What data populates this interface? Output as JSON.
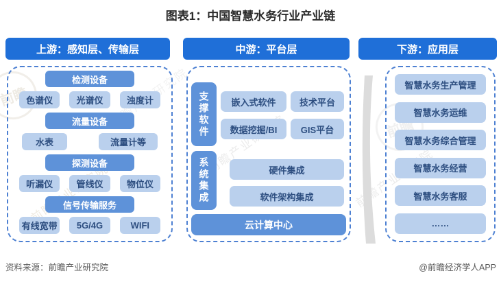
{
  "title": "图表1：中国智慧水务行业产业链",
  "colors": {
    "header_blue": "#1f6fd8",
    "mid_blue": "#5e92d9",
    "light_blue": "#bad0ed",
    "dark_text": "#2d4e80",
    "dashed_border": "#4d80d2",
    "divider_gray": "#dcdcdc",
    "footer_gray": "#5a5a5a"
  },
  "columns": {
    "upstream": {
      "header": "上游：感知层、传输层",
      "groups": [
        {
          "label": "检测设备",
          "items": [
            "色谱仪",
            "光谱仪",
            "浊度计"
          ]
        },
        {
          "label": "流量设备",
          "items": [
            "水表",
            "流量计等"
          ]
        },
        {
          "label": "探测设备",
          "items": [
            "听漏仪",
            "管线仪",
            "物位仪"
          ]
        },
        {
          "label": "信号传输服务",
          "items": [
            "有线宽带",
            "5G/4G",
            "WIFI"
          ]
        }
      ]
    },
    "midstream": {
      "header": "中游：平台层",
      "sections": [
        {
          "label": "支撑软件",
          "items": [
            "嵌入式软件",
            "技术平台",
            "数据挖掘/BI",
            "GIS平台"
          ]
        },
        {
          "label": "系统集成",
          "items": [
            "硬件集成",
            "软件架构集成"
          ]
        }
      ],
      "bottom": "云计算中心"
    },
    "downstream": {
      "header": "下游：应用层",
      "items": [
        "智慧水务生产管理",
        "智慧水务运维",
        "智慧水务综合管理",
        "智慧水务经营",
        "智慧水务客服",
        "……"
      ]
    }
  },
  "footer": {
    "source": "资料来源：前瞻产业研究院",
    "credit": "@前瞻经济学人APP"
  },
  "watermark": {
    "text": "前瞻产业研究院",
    "logo": "前瞻"
  }
}
